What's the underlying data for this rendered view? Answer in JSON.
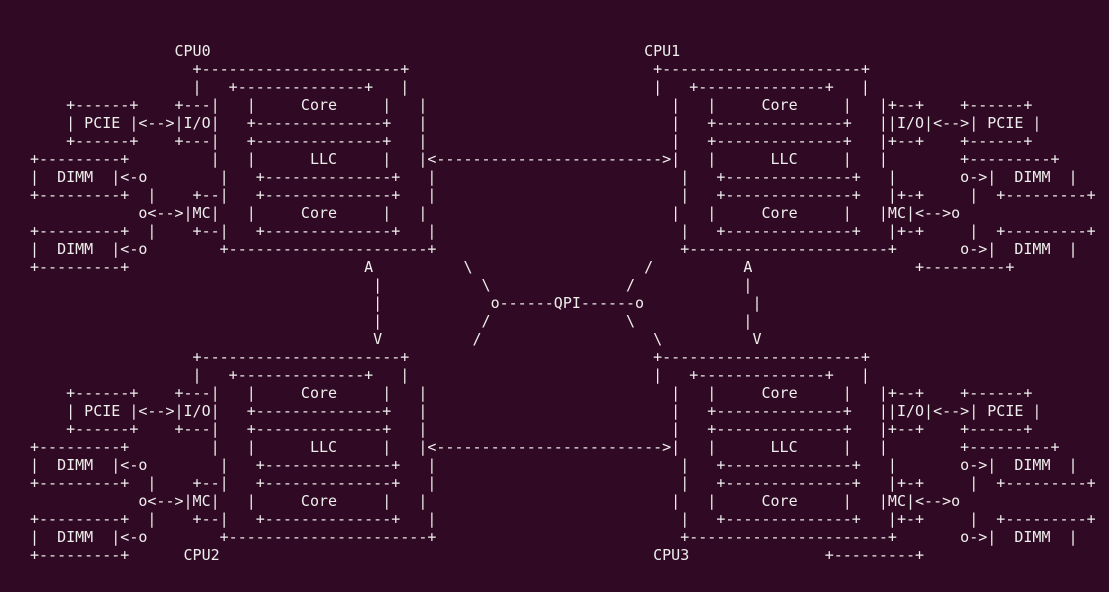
{
  "terminal": {
    "colors": {
      "background": "#300a24",
      "foreground": "#eeeeec"
    },
    "lines": [
      "                CPU0                                                CPU1",
      "                  +----------------------+                           +----------------------+",
      "                  |   +--------------+   |                           |   +--------------+   |",
      "    +------+    +---|   |     Core     |   |                           |   |     Core     |   |+--+    +------+",
      "    | PCIE |<-->|I/O|   +--------------+   |                           |   +--------------+   ||I/O|<-->| PCIE |",
      "    +------+    +---|   +--------------+   |                           |   +--------------+   |+--+    +------+",
      "+---------+         |   |      LLC     |   |<------------------------->|   |      LLC     |   |        +---------+",
      "|  DIMM  |<-o        |   +--------------+   |                           |   +--------------+   |       o->|  DIMM  |",
      "+---------+  |    +--|   +--------------+   |                           |   +--------------+   |+-+     |  +---------+",
      "            o<-->|MC|   |     Core     |   |                           |   |     Core     |   |MC|<-->o",
      "+---------+  |    +--|   +--------------+   |                           |   +--------------+   |+-+     |  +---------+",
      "|  DIMM  |<-o        +----------------------+                           +----------------------+       o->|  DIMM  |",
      "+---------+                          A          \\                   /          A                  +---------+",
      "                                      |           \\               /            |",
      "                                      |            o------QPI------o            |",
      "                                      |           /               \\            |",
      "                                      V          /                   \\          V",
      "                  +----------------------+                           +----------------------+",
      "                  |   +--------------+   |                           |   +--------------+   |",
      "    +------+    +---|   |     Core     |   |                           |   |     Core     |   |+--+    +------+",
      "    | PCIE |<-->|I/O|   +--------------+   |                           |   +--------------+   ||I/O|<-->| PCIE |",
      "    +------+    +---|   +--------------+   |                           |   +--------------+   |+--+    +------+",
      "+---------+         |   |      LLC     |   |<------------------------->|   |      LLC     |   |        +---------+",
      "|  DIMM  |<-o        |   +--------------+   |                           |   +--------------+   |       o->|  DIMM  |",
      "+---------+  |    +--|   +--------------+   |                           |   +--------------+   |+-+     |  +---------+",
      "            o<-->|MC|   |     Core     |   |                           |   |     Core     |   |MC|<-->o",
      "+---------+  |    +--|   +--------------+   |                           |   +--------------+   |+-+     |  +---------+",
      "|  DIMM  |<-o        +----------------------+                           +----------------------+       o->|  DIMM  |",
      "+---------+      CPU2                                                CPU3               +---------+"
    ]
  }
}
